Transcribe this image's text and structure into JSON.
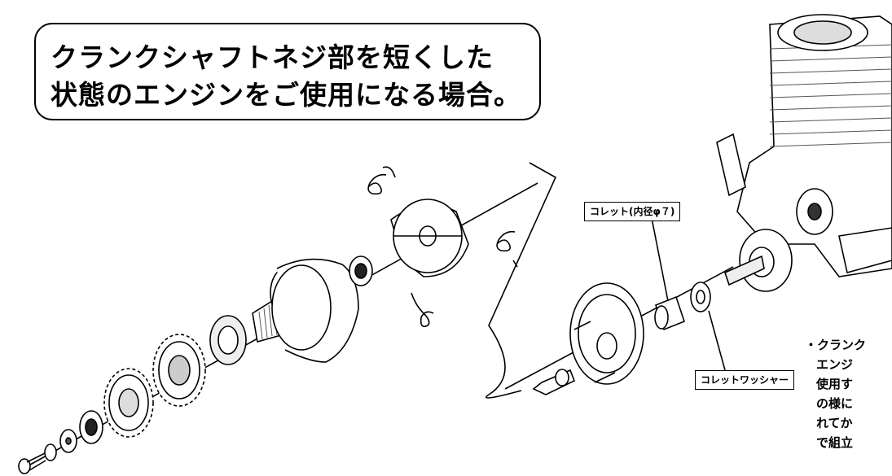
{
  "title": {
    "line1": "クランクシャフトネジ部を短くした",
    "line2": "状態のエンジンをご使用になる場合。"
  },
  "labels": {
    "collet": "コレット(内径φ７)",
    "collet_washer": "コレットワッシャー"
  },
  "note": {
    "lines": [
      "・クランク",
      "エンジ",
      "使用す",
      "の様に",
      "れてか",
      "で組立"
    ]
  }
}
